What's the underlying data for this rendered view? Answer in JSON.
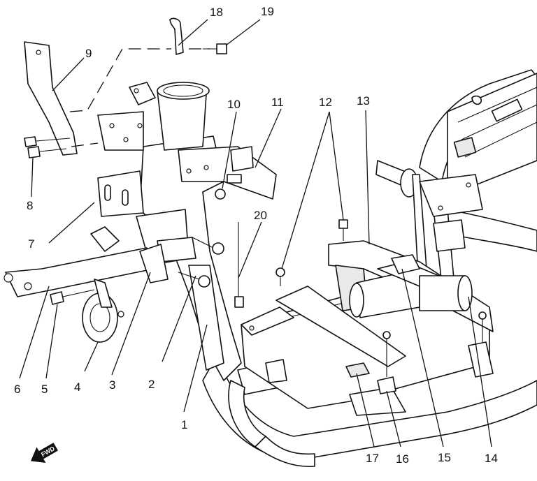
{
  "callouts": [
    {
      "id": "1",
      "label": "1"
    },
    {
      "id": "2",
      "label": "2"
    },
    {
      "id": "3",
      "label": "3"
    },
    {
      "id": "4",
      "label": "4"
    },
    {
      "id": "5",
      "label": "5"
    },
    {
      "id": "6",
      "label": "6"
    },
    {
      "id": "7",
      "label": "7"
    },
    {
      "id": "8",
      "label": "8"
    },
    {
      "id": "9",
      "label": "9"
    },
    {
      "id": "10",
      "label": "10"
    },
    {
      "id": "11",
      "label": "11"
    },
    {
      "id": "12",
      "label": "12"
    },
    {
      "id": "13",
      "label": "13"
    },
    {
      "id": "14",
      "label": "14"
    },
    {
      "id": "15",
      "label": "15"
    },
    {
      "id": "16",
      "label": "16"
    },
    {
      "id": "17",
      "label": "17"
    },
    {
      "id": "18",
      "label": "18"
    },
    {
      "id": "19",
      "label": "19"
    },
    {
      "id": "20",
      "label": "20"
    }
  ],
  "fwd_badge": {
    "label": "FWD",
    "icon": "forward-arrow-icon"
  },
  "colors": {
    "line": "#111111",
    "background": "#ffffff",
    "shade": "#e9e9e9"
  }
}
